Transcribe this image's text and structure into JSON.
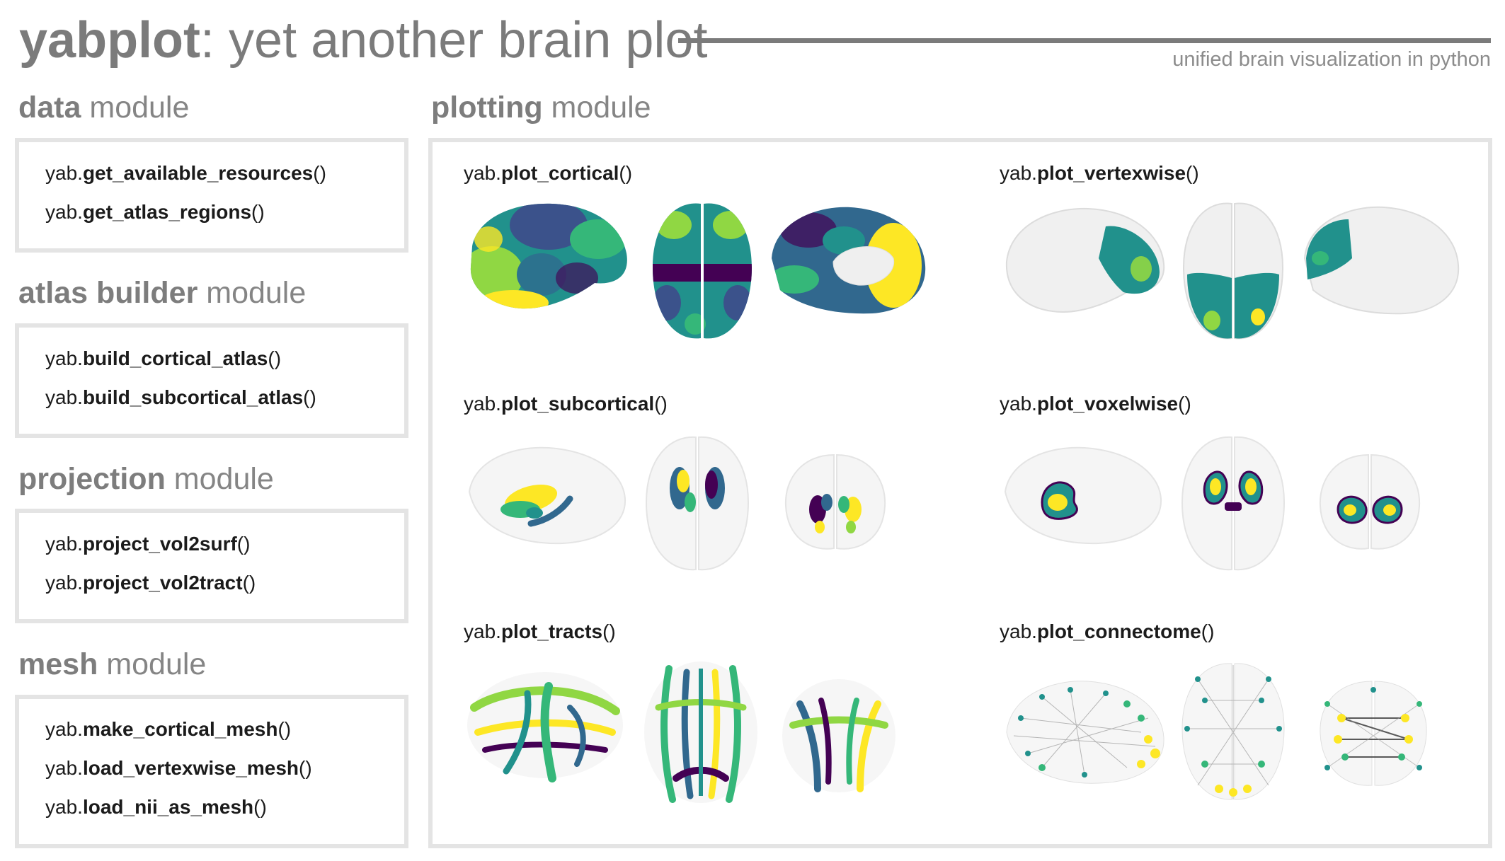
{
  "header": {
    "title_bold": "yabplot",
    "title_rest": ": yet another brain plot",
    "subtitle": "unified brain visualization in python"
  },
  "modules": [
    {
      "name_bold": "data",
      "name_rest": " module",
      "functions": [
        {
          "prefix": "yab.",
          "name": "get_available_resources",
          "suffix": "()"
        },
        {
          "prefix": "yab.",
          "name": "get_atlas_regions",
          "suffix": "()"
        }
      ]
    },
    {
      "name_bold": "atlas builder",
      "name_rest": " module",
      "functions": [
        {
          "prefix": "yab.",
          "name": "build_cortical_atlas",
          "suffix": "()"
        },
        {
          "prefix": "yab.",
          "name": "build_subcortical_atlas",
          "suffix": "()"
        }
      ]
    },
    {
      "name_bold": "projection",
      "name_rest": " module",
      "functions": [
        {
          "prefix": "yab.",
          "name": "project_vol2surf",
          "suffix": "()"
        },
        {
          "prefix": "yab.",
          "name": "project_vol2tract",
          "suffix": "()"
        }
      ]
    },
    {
      "name_bold": "mesh",
      "name_rest": " module",
      "functions": [
        {
          "prefix": "yab.",
          "name": "make_cortical_mesh",
          "suffix": "()"
        },
        {
          "prefix": "yab.",
          "name": "load_vertexwise_mesh",
          "suffix": "()"
        },
        {
          "prefix": "yab.",
          "name": "load_nii_as_mesh",
          "suffix": "()"
        }
      ]
    }
  ],
  "plotting": {
    "name_bold": "plotting",
    "name_rest": " module",
    "plots": [
      {
        "prefix": "yab.",
        "name": "plot_cortical",
        "suffix": "()"
      },
      {
        "prefix": "yab.",
        "name": "plot_vertexwise",
        "suffix": "()"
      },
      {
        "prefix": "yab.",
        "name": "plot_subcortical",
        "suffix": "()"
      },
      {
        "prefix": "yab.",
        "name": "plot_voxelwise",
        "suffix": "()"
      },
      {
        "prefix": "yab.",
        "name": "plot_tracts",
        "suffix": "()"
      },
      {
        "prefix": "yab.",
        "name": "plot_connectome",
        "suffix": "()"
      }
    ]
  },
  "palette": {
    "viridis_dark": "#440154",
    "viridis_blue": "#31688e",
    "viridis_teal": "#21918c",
    "viridis_green": "#35b779",
    "viridis_lime": "#90d743",
    "viridis_yellow": "#fde725",
    "frame_gray": "#e4e4e4",
    "text_gray": "#7b7b7b"
  }
}
